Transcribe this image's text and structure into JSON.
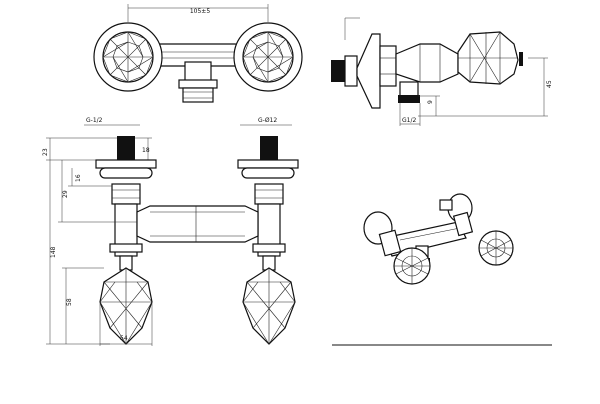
{
  "dimensions": {
    "top_center_distance": "105±5",
    "side_height": "45",
    "side_offset": "9",
    "side_thread": "G1/2",
    "front_thread_left": "G-1/2",
    "front_thread_right": "G-Ø12",
    "front_top": "23",
    "front_thread_len": "18",
    "front_nut": "16",
    "front_body": "29",
    "front_total": "148",
    "front_handle": "58",
    "front_width": "54"
  }
}
